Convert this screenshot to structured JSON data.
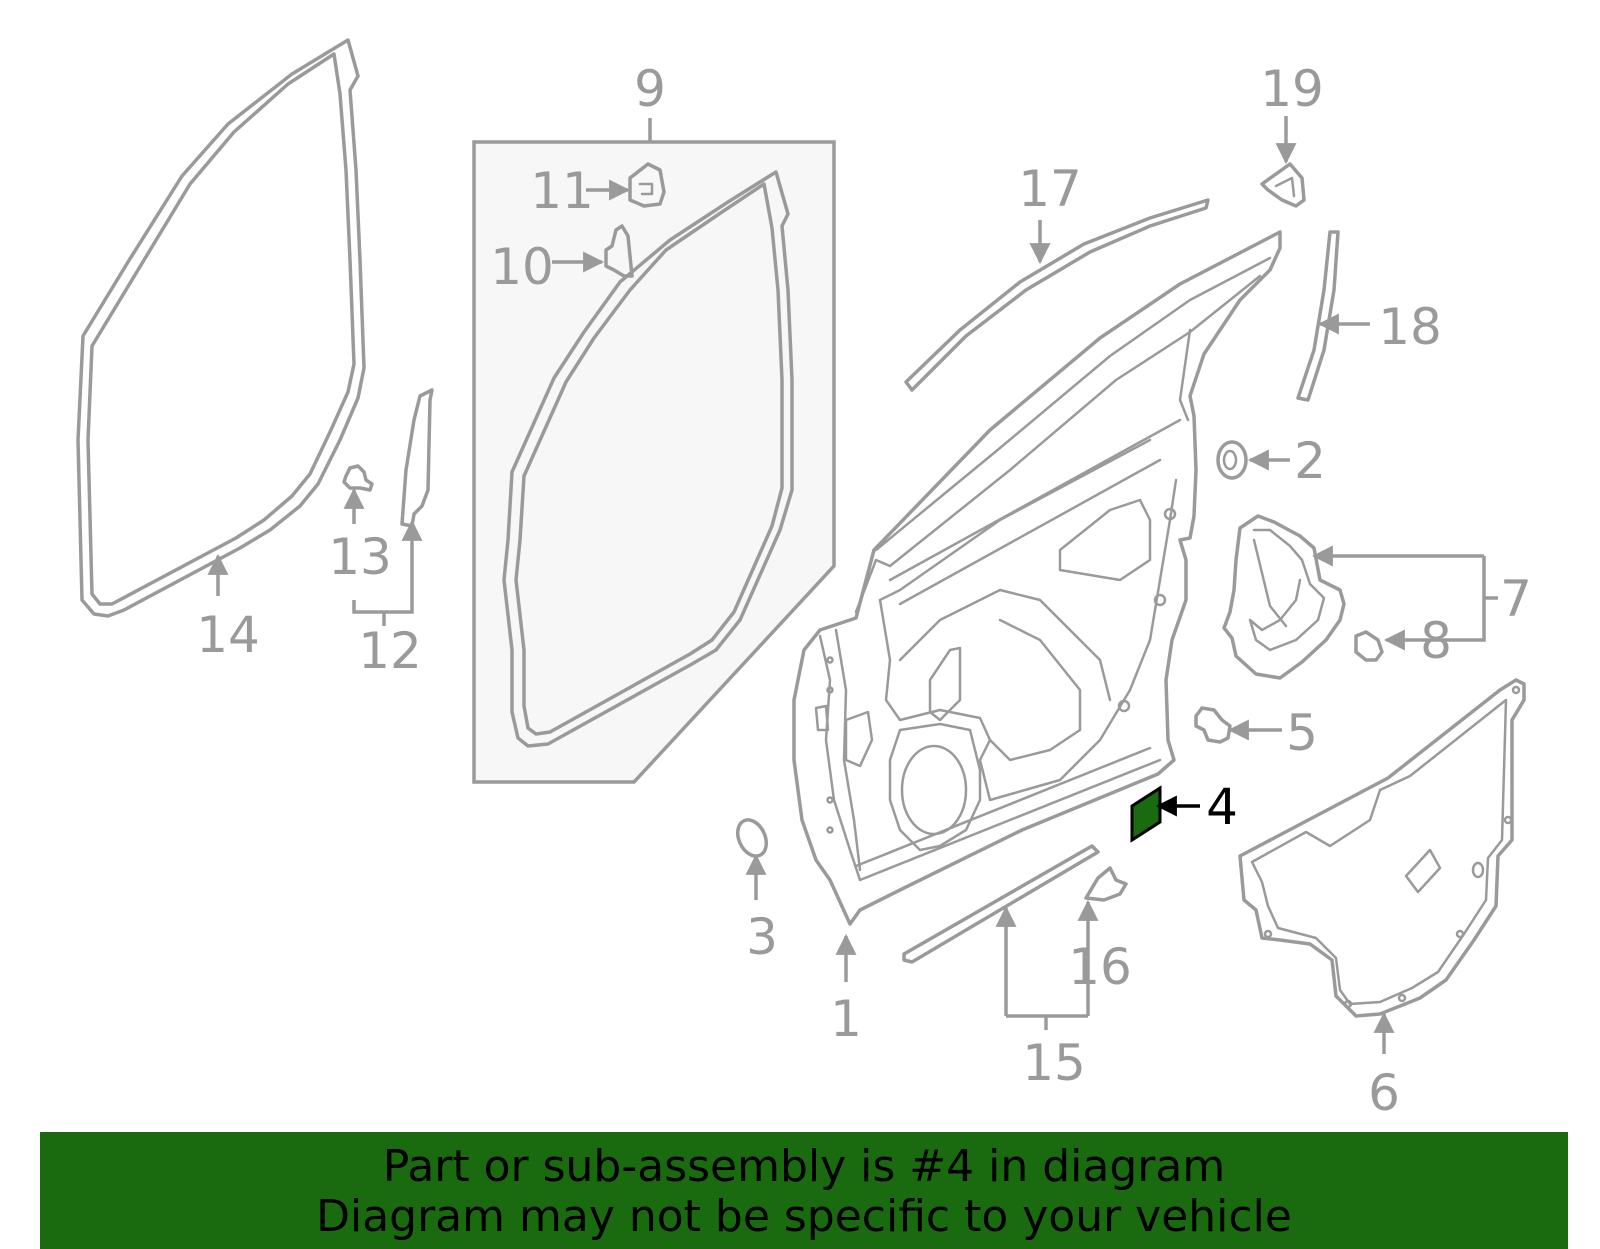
{
  "diagram": {
    "highlight_color": "#1a6b0f",
    "line_color": "#9a9a9a",
    "highlighted_part": "4",
    "callouts": [
      "1",
      "2",
      "3",
      "4",
      "5",
      "6",
      "7",
      "8",
      "9",
      "10",
      "11",
      "12",
      "13",
      "14",
      "15",
      "16",
      "17",
      "18",
      "19"
    ]
  },
  "banner": {
    "line1": "Part or sub-assembly is #4 in diagram",
    "line2": "Diagram may not be specific to your vehicle",
    "background": "#1a6b0f"
  }
}
